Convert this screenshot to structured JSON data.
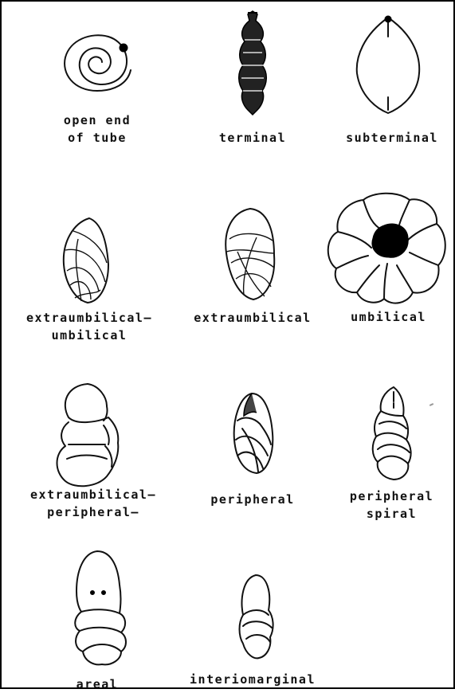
{
  "figures": [
    {
      "id": "open-end-of-tube",
      "label_lines": [
        "open end",
        "of tube"
      ],
      "icon": "coiled-tube-test-icon"
    },
    {
      "id": "terminal",
      "label_lines": [
        "terminal"
      ],
      "icon": "elongate-chambered-test-icon"
    },
    {
      "id": "subterminal",
      "label_lines": [
        "subterminal"
      ],
      "icon": "lemon-shaped-test-icon"
    },
    {
      "id": "extraumbilical-umbilical",
      "label_lines": [
        "extraumbilical—",
        "umbilical"
      ],
      "icon": "trochospiral-side-view-icon"
    },
    {
      "id": "extraumbilical",
      "label_lines": [
        "extraumbilical"
      ],
      "icon": "trochospiral-side-view-icon"
    },
    {
      "id": "umbilical",
      "label_lines": [
        "umbilical"
      ],
      "icon": "umbilical-view-test-icon"
    },
    {
      "id": "extraumbilical-peripheral",
      "label_lines": [
        "extraumbilical—",
        "peripheral—"
      ],
      "icon": "planispiral-side-view-icon"
    },
    {
      "id": "peripheral",
      "label_lines": [
        "peripheral"
      ],
      "icon": "compressed-test-side-view-icon"
    },
    {
      "id": "peripheral-spiral",
      "label_lines": [
        "peripheral",
        "spiral"
      ],
      "icon": "high-spired-test-icon"
    },
    {
      "id": "areal",
      "label_lines": [
        "areal"
      ],
      "icon": "biserial-test-areal-icon"
    },
    {
      "id": "interiomarginal",
      "label_lines": [
        "interiomarginal"
      ],
      "icon": "uniserial-test-icon"
    }
  ]
}
